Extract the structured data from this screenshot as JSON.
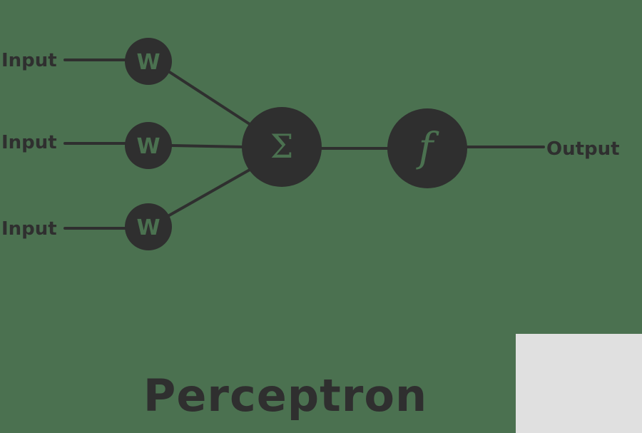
{
  "diagram": {
    "input_labels": [
      "Input",
      "Input",
      "Input"
    ],
    "weight_labels": [
      "W",
      "W",
      "W"
    ],
    "sum_symbol": "Σ",
    "activation_symbol": "f",
    "output_label": "Output",
    "title": "Perceptron"
  },
  "colors": {
    "background": "#4b7150",
    "ink": "#2f2f2f",
    "panel": "#e0e0e0"
  }
}
